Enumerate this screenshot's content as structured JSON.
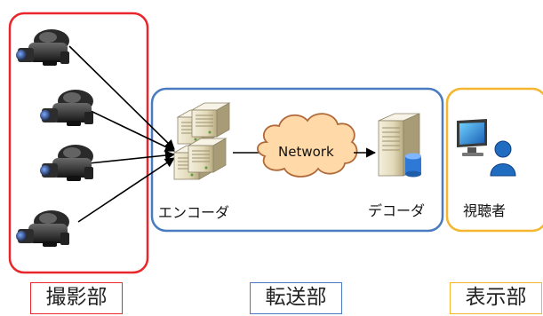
{
  "sections": {
    "capture": {
      "label": "撮影部",
      "color": "#e8262b"
    },
    "transfer": {
      "label": "転送部",
      "color": "#4a7bc0"
    },
    "display": {
      "label": "表示部",
      "color": "#f5b52e"
    }
  },
  "nodes": {
    "encoder": "エンコーダ",
    "network": "Network",
    "decoder": "デコーダ",
    "viewer": "視聴者"
  },
  "icons": {
    "camera": "video-camera-icon",
    "server": "server-icon",
    "cloud": "cloud-icon",
    "computer": "monitor-icon",
    "person": "person-icon"
  },
  "colors": {
    "capture_border": "#e8262b",
    "transfer_border": "#4a7bc0",
    "display_border": "#f5b52e",
    "cloud_fill": "#ffd9a8",
    "cloud_stroke": "#b06a3a",
    "person_fill": "#1f6cc1"
  }
}
